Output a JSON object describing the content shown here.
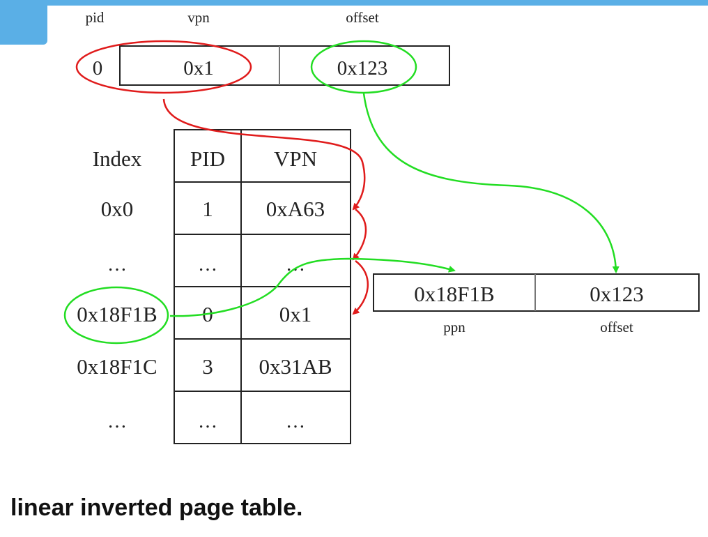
{
  "virtual_address": {
    "labels": {
      "pid": "pid",
      "vpn": "vpn",
      "offset": "offset"
    },
    "pid_value": "0",
    "vpn_value": "0x1",
    "offset_value": "0x123"
  },
  "table": {
    "headers": {
      "index": "Index",
      "pid": "PID",
      "vpn": "VPN"
    },
    "rows": [
      {
        "index": "0x0",
        "pid": "1",
        "vpn": "0xA63"
      },
      {
        "index": "…",
        "pid": "…",
        "vpn": "…"
      },
      {
        "index": "0x18F1B",
        "pid": "0",
        "vpn": "0x1"
      },
      {
        "index": "0x18F1C",
        "pid": "3",
        "vpn": "0x31AB"
      },
      {
        "index": "…",
        "pid": "…",
        "vpn": "…"
      }
    ]
  },
  "physical_address": {
    "ppn_value": "0x18F1B",
    "offset_value": "0x123",
    "labels": {
      "ppn": "ppn",
      "offset": "offset"
    }
  },
  "caption": "linear inverted page table.",
  "colors": {
    "accent_bar": "#5aafe6",
    "pid_vpn_match": "#e01b1b",
    "offset_index_flow": "#22dd22",
    "lines": "#222222"
  }
}
